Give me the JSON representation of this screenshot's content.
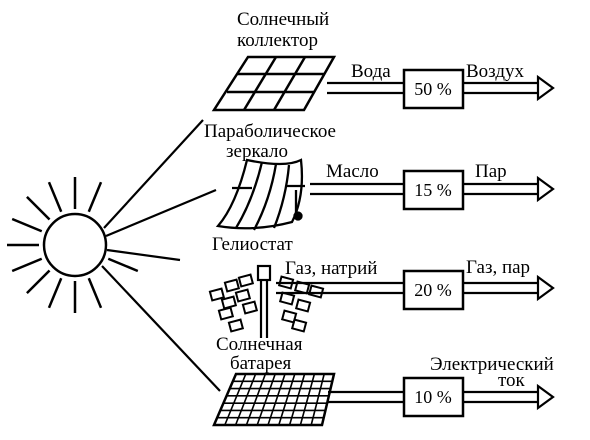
{
  "rows": [
    {
      "device": [
        "Солнечный",
        "коллектор"
      ],
      "input": "Вода",
      "efficiency": "50 %",
      "output": "Воздух"
    },
    {
      "device": [
        "Параболическое",
        "зеркало"
      ],
      "input": "Масло",
      "efficiency": "15 %",
      "output": "Пар"
    },
    {
      "device": [
        "Гелиостат"
      ],
      "input": "Газ, натрий",
      "efficiency": "20 %",
      "output": "Газ, пар"
    },
    {
      "device": [
        "Солнечная",
        "батарея"
      ],
      "input": "",
      "efficiency": "10 %",
      "output": [
        "Электрический",
        "ток"
      ]
    }
  ],
  "colors": {
    "line": "#000000",
    "background": "#ffffff"
  }
}
